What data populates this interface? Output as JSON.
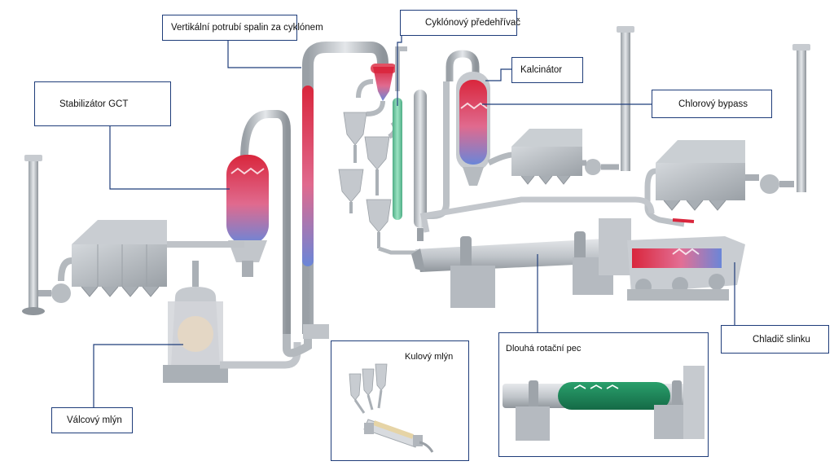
{
  "labels": {
    "gct_stabilizer": "Stabilizátor GCT",
    "vertical_duct": "Vertikální potrubí spalin za cyklónem",
    "cyclone_preheater": "Cyklónový předehřívač",
    "calciner": "Kalcinátor",
    "chlorine_bypass": "Chlorový bypass",
    "roller_mill": "Válcový mlýn",
    "ball_mill": "Kulový mlýn",
    "long_rotary_kiln": "Dlouhá rotační pec",
    "clinker_cooler": "Chladič slinku"
  },
  "colors": {
    "callout_border": "#1f3d7a",
    "leader_line": "#1f3d7a",
    "hot_gradient_top": "#d9263c",
    "cool_gradient_bottom": "#6a86d8",
    "preheater_green": "#6fcfa0",
    "kiln_inset_green": "#1f8a5c",
    "steel_gray": "#b9bec4"
  }
}
